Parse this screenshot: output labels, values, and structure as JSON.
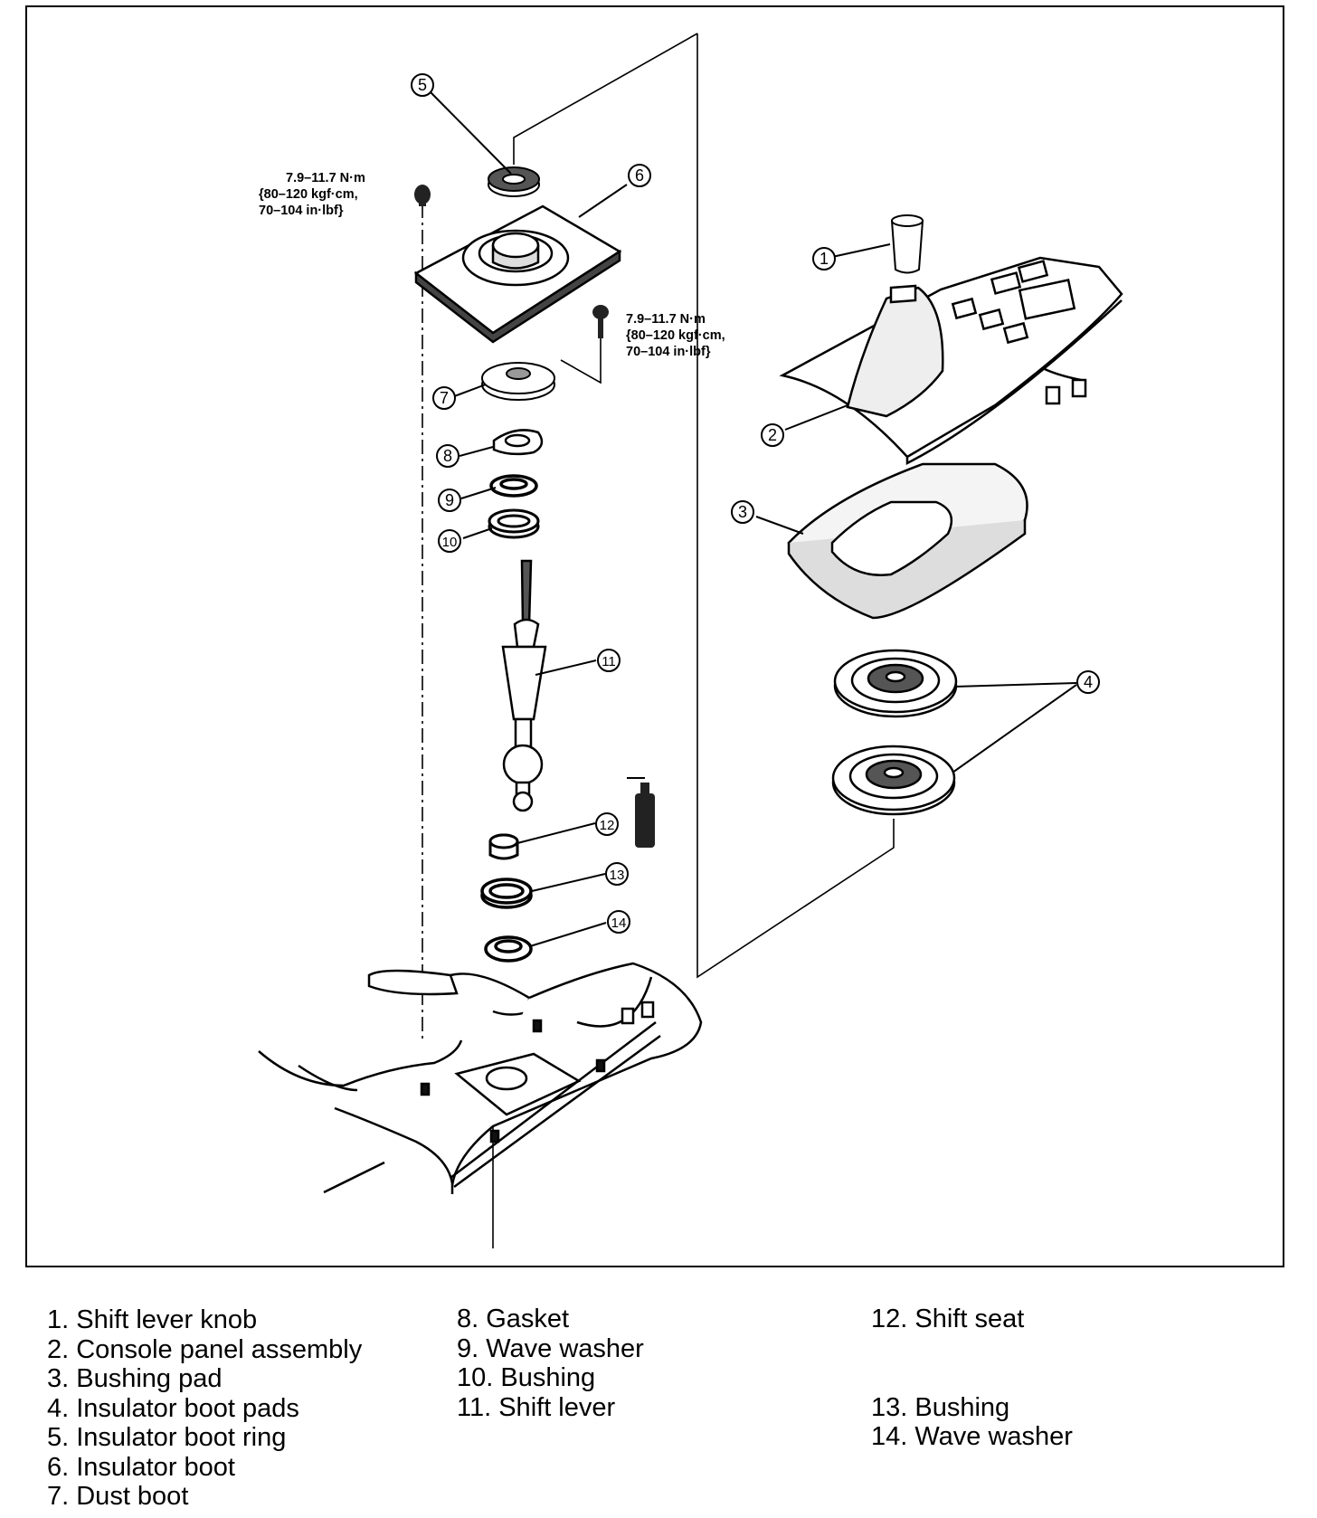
{
  "figure": {
    "torque_specs": [
      {
        "lines": [
          "7.9–11.7 N·m",
          "{80–120 kgf·cm,",
          "70–104 in·lbf}"
        ]
      },
      {
        "lines": [
          "7.9–11.7 N·m",
          "{80–120 kgf·cm,",
          "70–104 in·lbf}"
        ]
      }
    ],
    "callouts": [
      "1",
      "2",
      "3",
      "4",
      "5",
      "6",
      "7",
      "8",
      "9",
      "10",
      "11",
      "12",
      "13",
      "14"
    ]
  },
  "legend": {
    "col1": [
      "1. Shift lever knob",
      "2. Console panel assembly",
      "3. Bushing pad",
      "4. Insulator boot pads",
      "5. Insulator boot ring",
      "6. Insulator boot",
      "7. Dust boot"
    ],
    "col2": [
      "8. Gasket",
      "9. Wave washer",
      "10. Bushing",
      "11. Shift lever"
    ],
    "col3": [
      "12. Shift seat",
      "",
      "",
      "13. Bushing",
      "14. Wave washer"
    ]
  }
}
